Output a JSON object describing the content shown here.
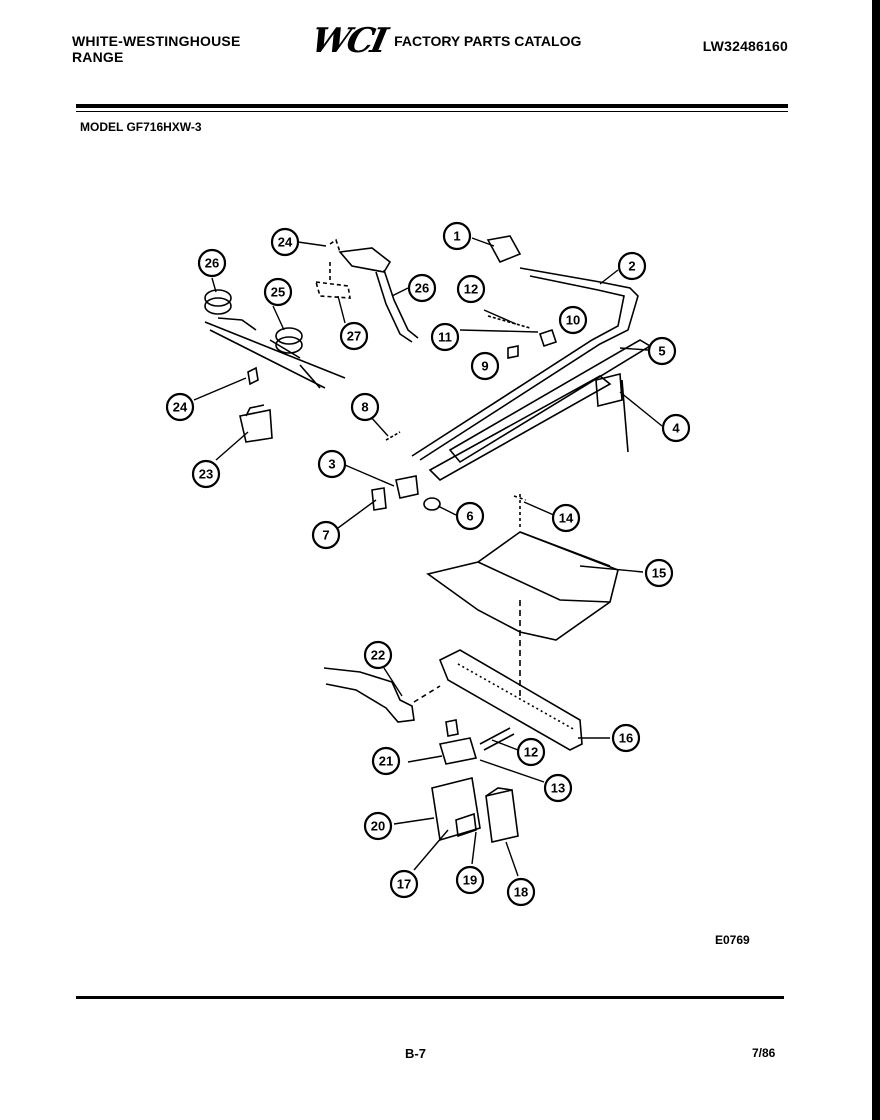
{
  "header": {
    "brand_line1": "WHITE-WESTINGHOUSE",
    "brand_line2": "RANGE",
    "logo": "WCI",
    "catalog": "FACTORY PARTS CATALOG",
    "doc_number": "LW32486160"
  },
  "model": "MODEL GF716HXW-3",
  "callouts": [
    "1",
    "2",
    "3",
    "4",
    "5",
    "6",
    "7",
    "8",
    "9",
    "10",
    "11",
    "12",
    "12",
    "13",
    "14",
    "15",
    "16",
    "17",
    "18",
    "19",
    "20",
    "21",
    "22",
    "23",
    "24",
    "24",
    "25",
    "26",
    "26",
    "27"
  ],
  "figure_id": "E0769",
  "footer": {
    "page": "B-7",
    "date": "7/86"
  }
}
